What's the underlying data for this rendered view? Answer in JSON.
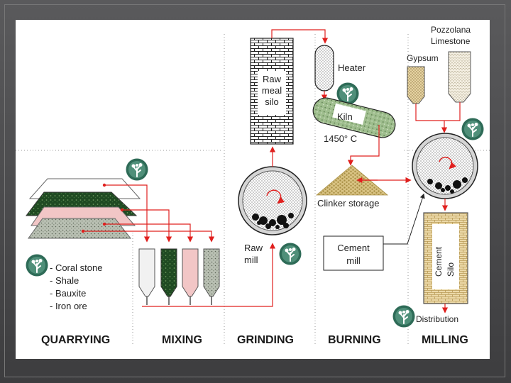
{
  "stages": [
    "QUARRYING",
    "MIXING",
    "GRINDING",
    "BURNING",
    "MILLING"
  ],
  "quarry_materials": [
    "- Coral stone",
    "- Shale",
    "- Bauxite",
    "- Iron ore"
  ],
  "labels": {
    "raw_meal_silo": [
      "Raw",
      "meal",
      "silo"
    ],
    "raw_mill": [
      "Raw",
      "mill"
    ],
    "heater": "Heater",
    "kiln": "Kiln",
    "kiln_temp": "1450° C",
    "clinker_storage": "Clinker storage",
    "cement_mill": [
      "Cement",
      "mill"
    ],
    "gypsum": "Gypsum",
    "pozzolana_limestone": [
      "Pozzolana",
      "Limestone"
    ],
    "cement_silo": [
      "Cement",
      "Silo"
    ],
    "distribution": "Distribution"
  },
  "colors": {
    "flow_arrow": "#e0201e",
    "slide_background": "#4a4a4c",
    "panel_background": "#ffffff",
    "shale": "#1f4a22",
    "bauxite": "#f2c6c6",
    "iron_ore": "#b9c0b3",
    "gypsum": "#e6d3a2",
    "clinker": "#d9c383",
    "kiln": "#9fbe8e",
    "emblem": "#2e6b57"
  },
  "icons": [
    "tree-emblem-icon"
  ]
}
